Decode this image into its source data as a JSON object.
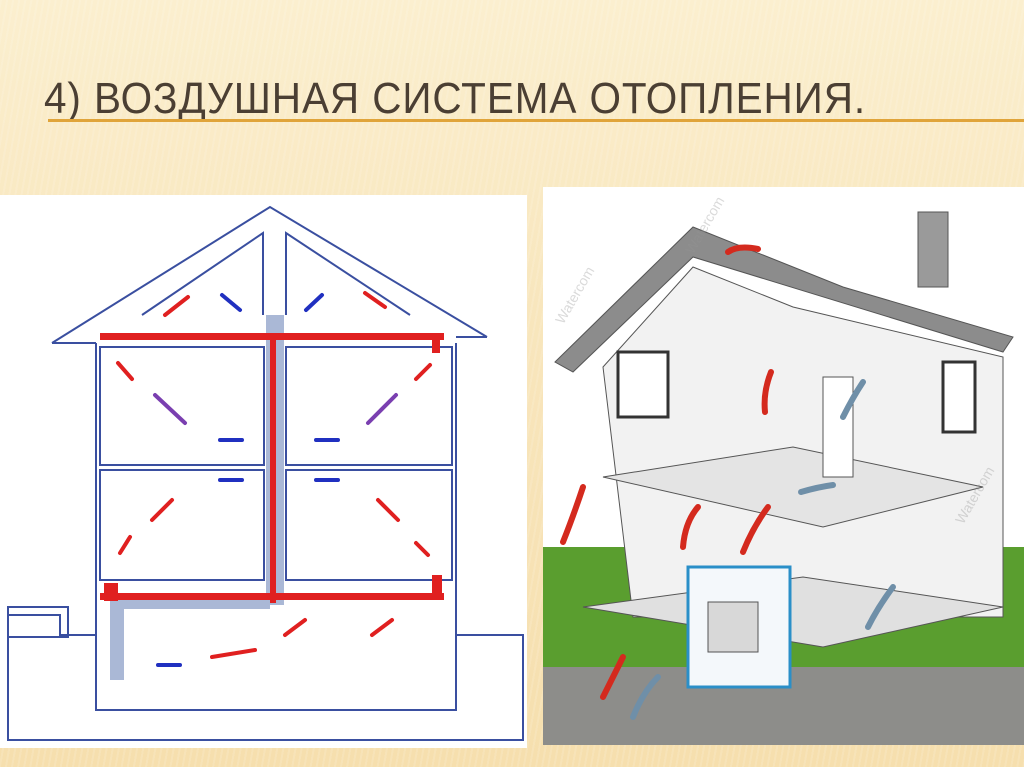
{
  "slide": {
    "title": "4) ВОЗДУШНАЯ СИСТЕМА ОТОПЛЕНИЯ."
  },
  "images": {
    "left": {
      "description_icon": "air-heating-scheme-diagram",
      "colors": {
        "outline": "#3a4fa0",
        "warm": "#e02020",
        "cold": "#2030c0",
        "duct": "#aab8d6"
      }
    },
    "right": {
      "watermark": "Watercom",
      "colors": {
        "roof": "#8c8c8c",
        "grass": "#5a9e2f",
        "warm": "#d42a1e",
        "cold": "#6f8fa8",
        "unit_frame": "#2a8fc8"
      }
    }
  },
  "colors": {
    "accent_rule": "#e0a43a",
    "title": "#4b3f33"
  }
}
